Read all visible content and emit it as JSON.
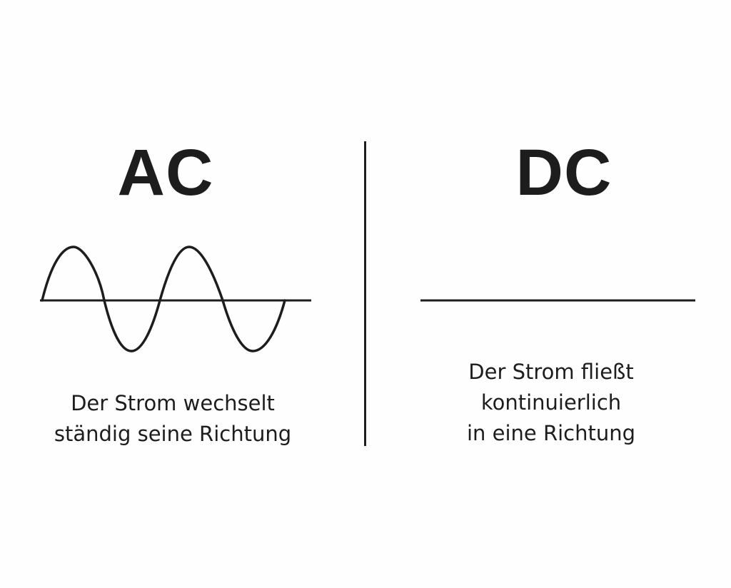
{
  "ac": {
    "title": "AC",
    "caption_lines": [
      "Der Strom wechselt",
      "ständig seine Richtung"
    ]
  },
  "dc": {
    "title": "DC",
    "caption_lines": [
      "Der Strom fließt",
      "kontinuierlich",
      "in eine Richtung"
    ]
  },
  "colors": {
    "ink": "#1d1d1d",
    "background": "#fefefe"
  }
}
